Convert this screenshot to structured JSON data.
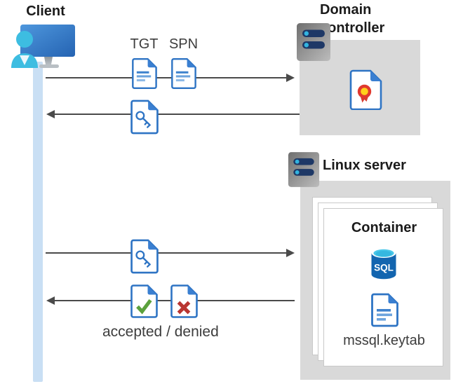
{
  "client": {
    "label": "Client"
  },
  "domain_controller": {
    "label": "Domain\ncontroller"
  },
  "linux_server": {
    "label": "Linux server"
  },
  "tickets": {
    "tgt": "TGT",
    "spn": "SPN"
  },
  "result": {
    "caption": "accepted / denied"
  },
  "container": {
    "title": "Container",
    "sql_label": "SQL",
    "keytab_label": "mssql.keytab"
  },
  "colors": {
    "accent_blue": "#2e74c4",
    "doc_fold_blue": "#3a7fd1",
    "gray_box": "#d9d9d9",
    "timeline_blue": "#c9dff4",
    "arrow_gray": "#4a4a4a",
    "success_green": "#5ba13c",
    "error_red": "#b93632",
    "sql_body_blue": "#1365af",
    "sql_top_cyan": "#49c7e9",
    "server_pill_navy": "#1e3866",
    "server_dot_cyan": "#32b4e0",
    "monitor_blue_light": "#4e97dd",
    "monitor_blue_dark": "#2563b2",
    "person_cyan": "#3dbde1",
    "cert_red": "#d63c31",
    "cert_yellow": "#ffd21c"
  }
}
